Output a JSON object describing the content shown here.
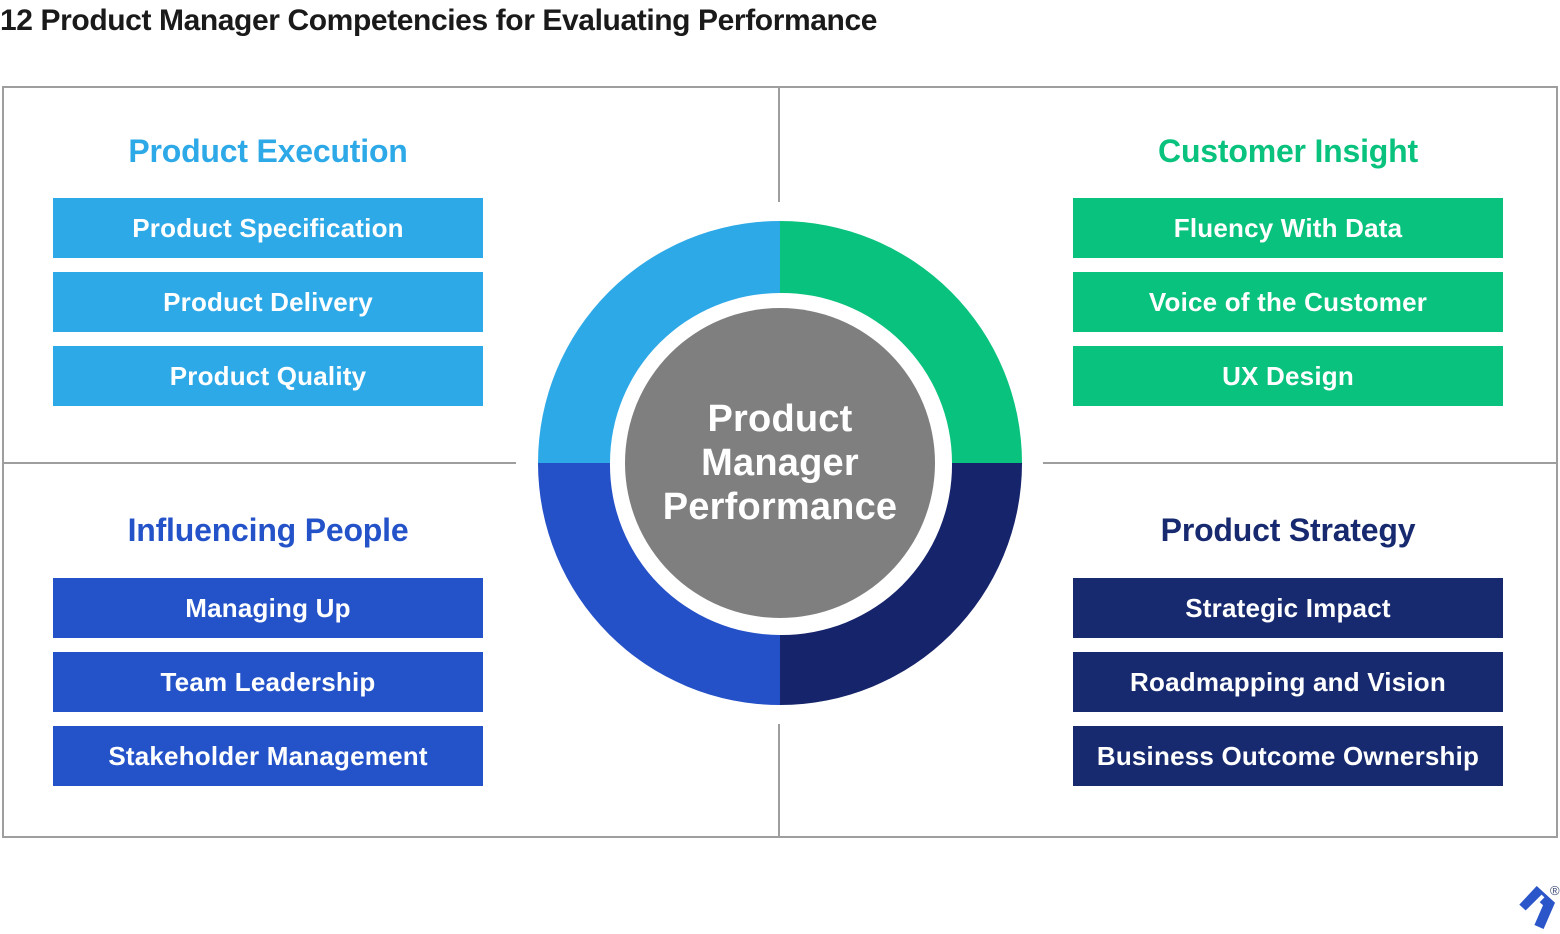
{
  "title": "12 Product Manager Competencies for Evaluating Performance",
  "center": {
    "lines": [
      "Product",
      "Manager",
      "Performance"
    ],
    "circle_color": "#7F7F7F",
    "text_color": "#FFFFFF"
  },
  "donut": {
    "segments": [
      {
        "name": "product-execution",
        "position": "top-left",
        "color": "#2EA9E8"
      },
      {
        "name": "customer-insight",
        "position": "top-right",
        "color": "#09C27D"
      },
      {
        "name": "product-strategy",
        "position": "bottom-right",
        "color": "#16246B"
      },
      {
        "name": "influencing-people",
        "position": "bottom-left",
        "color": "#2450C8"
      }
    ]
  },
  "quadrants": {
    "product_execution": {
      "heading": "Product Execution",
      "color": "#2EA9E8",
      "items": [
        "Product Specification",
        "Product Delivery",
        "Product Quality"
      ]
    },
    "customer_insight": {
      "heading": "Customer Insight",
      "color": "#09C27D",
      "items": [
        "Fluency With Data",
        "Voice of the Customer",
        "UX Design"
      ]
    },
    "influencing_people": {
      "heading": "Influencing People",
      "color": "#2453C9",
      "items": [
        "Managing Up",
        "Team Leadership",
        "Stakeholder Management"
      ]
    },
    "product_strategy": {
      "heading": "Product Strategy",
      "color": "#172A6F",
      "items": [
        "Strategic Impact",
        "Roadmapping and Vision",
        "Business Outcome Ownership"
      ]
    }
  },
  "logo": {
    "name": "toptal-logo-mark",
    "color": "#2B56C9",
    "registered_mark": "®"
  },
  "frame": {
    "border_color": "#9E9E9E"
  }
}
